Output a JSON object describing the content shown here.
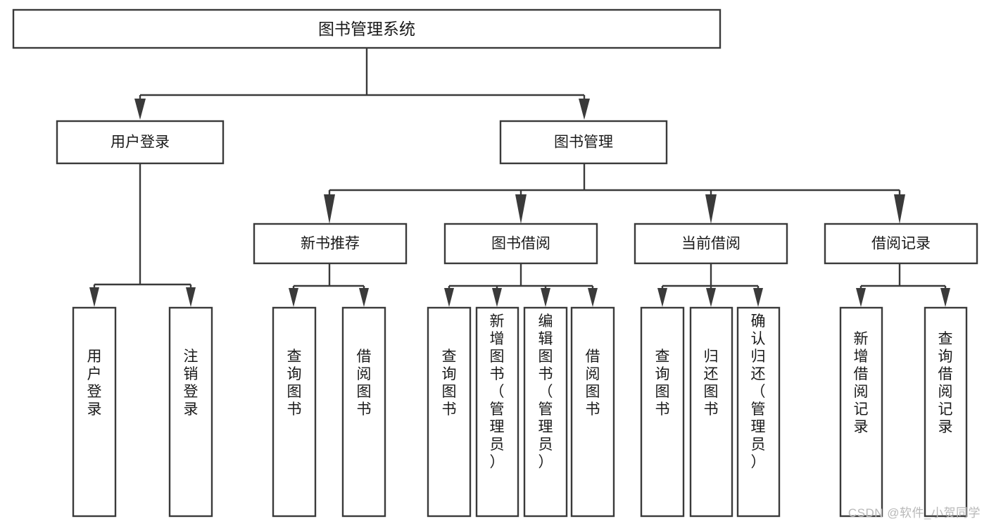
{
  "diagram": {
    "type": "tree-hierarchy",
    "orientation": "top-down",
    "title": "图书管理系统",
    "colors": {
      "box_stroke": "#3a3a3a",
      "box_fill": "#ffffff",
      "connector": "#3a3a3a",
      "text": "#1a1a1a",
      "background": "#ffffff",
      "watermark": "#b8b8b8"
    },
    "root": {
      "id": "root",
      "label": "图书管理系统",
      "orientation": "horizontal"
    },
    "level1": [
      {
        "id": "user-login",
        "label": "用户登录",
        "orientation": "horizontal"
      },
      {
        "id": "book-management",
        "label": "图书管理",
        "orientation": "horizontal"
      }
    ],
    "level2": [
      {
        "id": "new-book-recommend",
        "label": "新书推荐",
        "parent": "book-management",
        "orientation": "horizontal"
      },
      {
        "id": "book-borrow",
        "label": "图书借阅",
        "parent": "book-management",
        "orientation": "horizontal"
      },
      {
        "id": "current-borrow",
        "label": "当前借阅",
        "parent": "book-management",
        "orientation": "horizontal"
      },
      {
        "id": "borrow-record",
        "label": "借阅记录",
        "parent": "book-management",
        "orientation": "horizontal"
      }
    ],
    "leaves": [
      {
        "id": "leaf-user-login",
        "label": "用户登录",
        "parent": "user-login",
        "orientation": "vertical"
      },
      {
        "id": "leaf-logout-login",
        "label": "注销登录",
        "parent": "user-login",
        "orientation": "vertical"
      },
      {
        "id": "leaf-query-book-1",
        "label": "查询图书",
        "parent": "new-book-recommend",
        "orientation": "vertical"
      },
      {
        "id": "leaf-borrow-book-1",
        "label": "借阅图书",
        "parent": "new-book-recommend",
        "orientation": "vertical"
      },
      {
        "id": "leaf-query-book-2",
        "label": "查询图书",
        "parent": "book-borrow",
        "orientation": "vertical"
      },
      {
        "id": "leaf-add-book",
        "label": "新增图书（管理员）",
        "parent": "book-borrow",
        "orientation": "vertical"
      },
      {
        "id": "leaf-edit-book",
        "label": "编辑图书（管理员）",
        "parent": "book-borrow",
        "orientation": "vertical"
      },
      {
        "id": "leaf-borrow-book-2",
        "label": "借阅图书",
        "parent": "book-borrow",
        "orientation": "vertical"
      },
      {
        "id": "leaf-query-book-3",
        "label": "查询图书",
        "parent": "current-borrow",
        "orientation": "vertical"
      },
      {
        "id": "leaf-return-book",
        "label": "归还图书",
        "parent": "current-borrow",
        "orientation": "vertical"
      },
      {
        "id": "leaf-confirm-return",
        "label": "确认归还（管理员）",
        "parent": "current-borrow",
        "orientation": "vertical"
      },
      {
        "id": "leaf-add-record",
        "label": "新增借阅记录",
        "parent": "borrow-record",
        "orientation": "vertical"
      },
      {
        "id": "leaf-query-record",
        "label": "查询借阅记录",
        "parent": "borrow-record",
        "orientation": "vertical"
      }
    ]
  },
  "watermark": {
    "text": "CSDN @软件_小贺同学"
  }
}
